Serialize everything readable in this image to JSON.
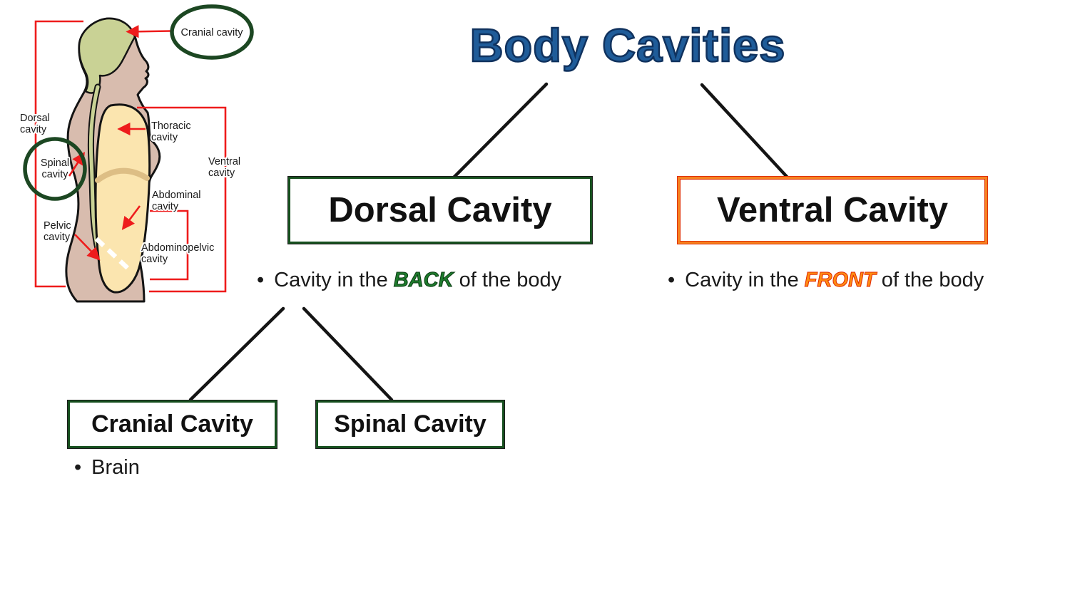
{
  "title": {
    "text": "Body Cavities"
  },
  "diagram": {
    "dorsal_box": "Dorsal Cavity",
    "ventral_box": "Ventral Cavity",
    "cranial_box": "Cranial Cavity",
    "spinal_box": "Spinal Cavity",
    "bullet_char": "•",
    "dorsal_bullet": {
      "prefix": "Cavity in the ",
      "highlight": "BACK",
      "suffix": " of the body"
    },
    "ventral_bullet": {
      "prefix": "Cavity in the ",
      "highlight": "FRONT",
      "suffix": " of the body"
    },
    "cranial_bullet": "Brain"
  },
  "figure_labels": {
    "cranial": "Cranial cavity",
    "dorsal1": "Dorsal",
    "dorsal2": "cavity",
    "spinal1": "Spinal",
    "spinal2": "cavity",
    "thoracic1": "Thoracic",
    "thoracic2": "cavity",
    "ventral1": "Ventral",
    "ventral2": "cavity",
    "abdominal1": "Abdominal",
    "abdominal2": "cavity",
    "abdominopelvic1": "Abdominopelvic",
    "abdominopelvic2": "cavity",
    "pelvic1": "Pelvic",
    "pelvic2": "cavity"
  },
  "colors": {
    "title_blue": "#1F5C99",
    "title_outline": "#10325E",
    "green_border": "#17501F",
    "orange_border": "#F6821F",
    "back_green": "#1E7B2D",
    "front_orange": "#FF8C12",
    "figure_red": "#EE1C1C",
    "ring_green": "#1C4722",
    "skin": "#D8BCAE",
    "cavity_green": "#C9D295",
    "cavity_yellow": "#FBE5AF",
    "diaphragm_tan": "#DDBE85"
  }
}
